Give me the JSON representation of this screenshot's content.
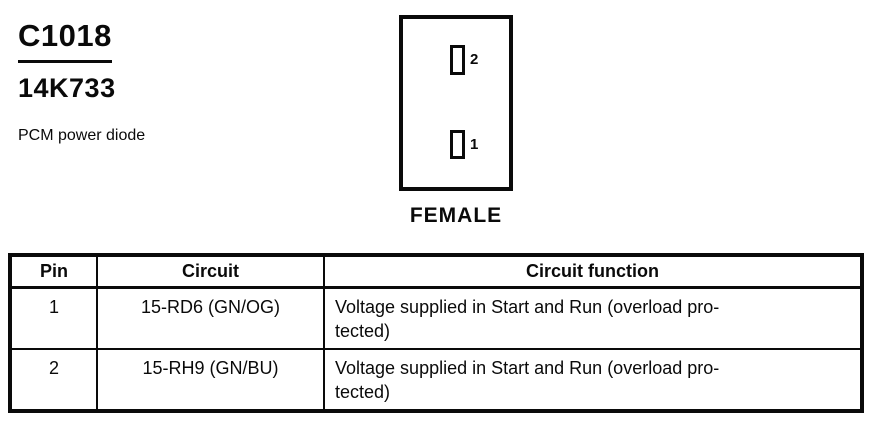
{
  "colors": {
    "ink": "#0a0a0a",
    "background": "#ffffff"
  },
  "header": {
    "connector_id": "C1018",
    "part_number": "14K733",
    "description": "PCM power diode"
  },
  "connector": {
    "view_label": "FEMALE",
    "cavities": [
      {
        "pin": "2"
      },
      {
        "pin": "1"
      }
    ]
  },
  "table": {
    "headers": [
      "Pin",
      "Circuit",
      "Circuit function"
    ],
    "rows": [
      {
        "pin": "1",
        "circuit": "15-RD6 (GN/OG)",
        "function": "Voltage supplied in Start and Run (overload pro-\ntected)"
      },
      {
        "pin": "2",
        "circuit": "15-RH9 (GN/BU)",
        "function": "Voltage supplied in Start and Run (overload pro-\ntected)"
      }
    ]
  }
}
